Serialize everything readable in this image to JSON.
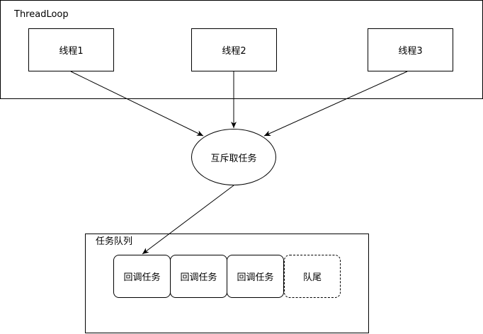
{
  "thread_loop": {
    "title": "ThreadLoop",
    "threads": [
      "线程1",
      "线程2",
      "线程3"
    ]
  },
  "mutex": {
    "label": "互斥取任务"
  },
  "queue": {
    "title": "任务队列",
    "items": [
      "回调任务",
      "回调任务",
      "回调任务"
    ],
    "tail": "队尾"
  }
}
